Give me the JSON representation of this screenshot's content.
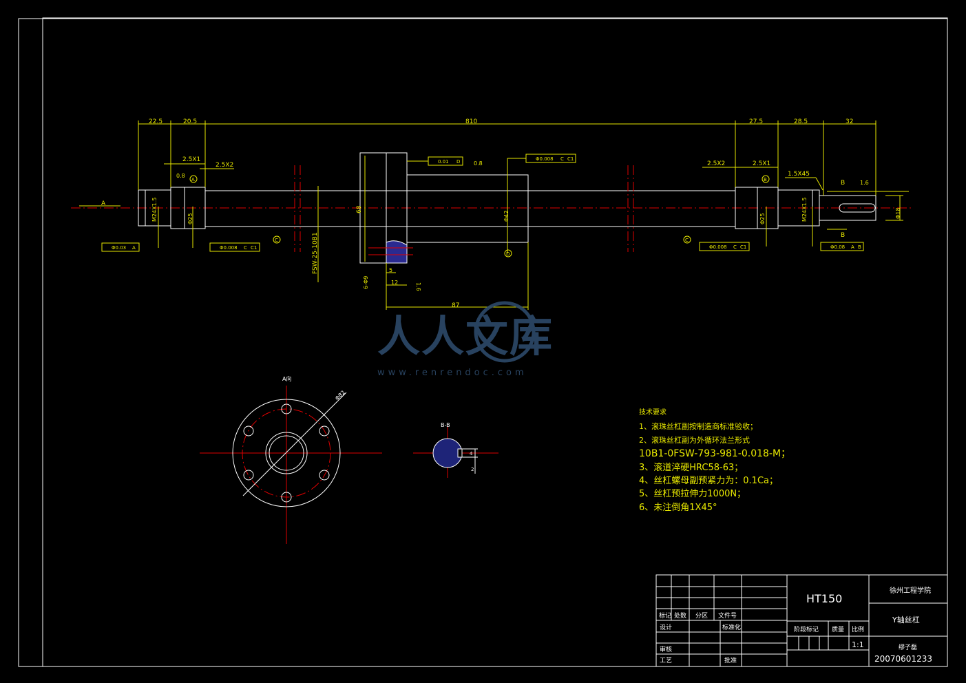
{
  "dimensions": {
    "d225": "22.5",
    "d205": "20.5",
    "d810": "810",
    "d275": "27.5",
    "d285": "28.5",
    "d32": "32",
    "d87": "87",
    "d12": "12",
    "d5": "5",
    "d68": "68",
    "d6x9": "6-Φ9",
    "ch25x1_l": "2.5X1",
    "ch25x2_l": "2.5X2",
    "ch25x2_r": "2.5X2",
    "ch25x1_r": "2.5X1",
    "ch15x45": "1.5X45",
    "rough08_a": "0.8",
    "rough08_b": "0.8",
    "rough16_a": "1.6",
    "rough16_b": "1.6",
    "thread_l": "M24X1.5",
    "thread_r": "M24X1.5",
    "bearing_l": "Φ25",
    "bearing_r": "Φ25",
    "dia_mid": "Φ42",
    "dia_end": "Φ18",
    "fsw": "FSW-25-10B1",
    "key4": "4",
    "key2": "2",
    "flange_d": "Φ82"
  },
  "tolerances": {
    "t1": "0.01",
    "t1_ref": "D",
    "t2": "Φ0.008",
    "t2_ref1": "C",
    "t2_ref2": "C1",
    "t3": "Φ0.03",
    "t3_ref": "A",
    "t4": "Φ0.008",
    "t4_ref1": "C",
    "t4_ref2": "C1",
    "t5": "Φ0.008",
    "t5_ref1": "C",
    "t5_ref2": "C1",
    "t6": "Φ0.08",
    "t6_ref1": "A",
    "t6_ref2": "B"
  },
  "labels": {
    "datum_a": "A",
    "datum_b1": "B",
    "datum_b2": "B",
    "datum_c1": "C",
    "datum_c2": "C",
    "datum_d": "D",
    "circ_a": "A",
    "circ_b": "B",
    "view_a": "A向",
    "section_bb": "B-B"
  },
  "tech_requirements": {
    "title": "技术要求",
    "items": [
      "1、滚珠丝杠副按制造商标准验收；",
      "2、滚珠丝杠副为外循环法兰形式",
      "10B1-0FSW-793-981-0.018-M；",
      "3、滚道淬硬HRC58-63；",
      "4、丝杠螺母副预紧力为：0.1Ca；",
      "5、丝杠预拉伸力1000N；",
      "6、未注倒角1X45°"
    ]
  },
  "title_block": {
    "material": "HT150",
    "school": "徐州工程学院",
    "part_name": "Y轴丝杠",
    "author": "缪子磊",
    "student_id": "20070601233",
    "scale": "1:1",
    "h_mark": "标记",
    "h_count": "处数",
    "h_zone": "分区",
    "h_doc": "文件号",
    "h_design": "设计",
    "h_std": "标准化",
    "h_check": "审核",
    "h_craft": "工艺",
    "h_approve": "批准",
    "h_stage": "阶段标记",
    "h_weight": "质量",
    "h_scale": "比例"
  },
  "watermark": {
    "brand": "人人文库",
    "url": "www.renrendoc.com"
  },
  "colors": {
    "outline": "#ffffff",
    "dimension": "#e8e800",
    "centerline": "#e00000",
    "watermark": "#2d4a6a"
  }
}
